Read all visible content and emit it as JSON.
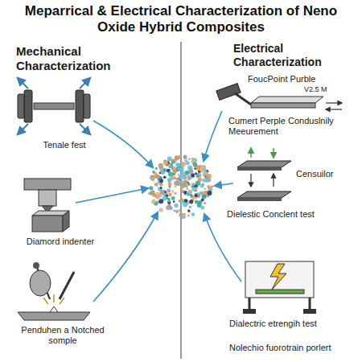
{
  "diagram": {
    "title": "Meparrical & Electrical Characterization of Neno Oxide Hybrid Composites",
    "labels": [
      "Mechanical Characterization",
      "Tenale fest",
      "Diamord indenter",
      "Penduhen a Notched somple",
      "Electrical Characterization",
      "FoucPoint Purble",
      "V2.5 M",
      "Cumert Perple Conduslnily Meeurement",
      "Censuilor",
      "Dielestic Conclent test",
      "Dialectric etrengih test",
      "Nolechio fuorotrain porlert"
    ]
  }
}
